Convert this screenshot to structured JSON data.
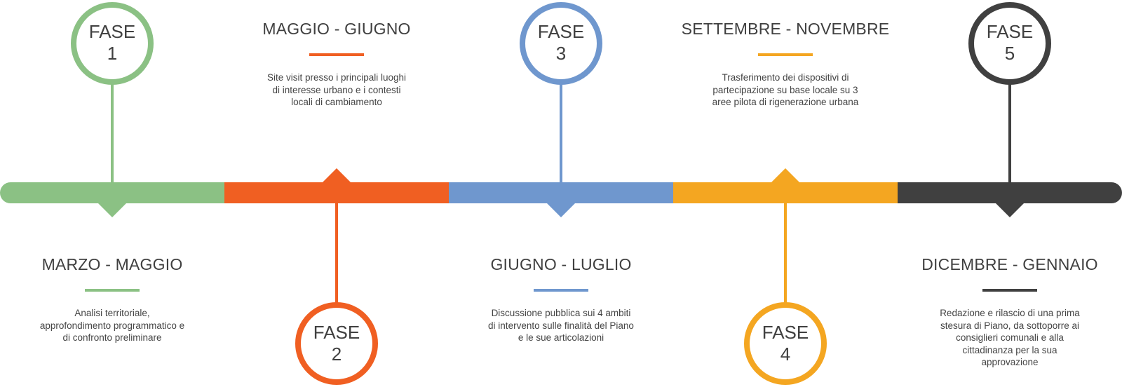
{
  "colors": {
    "green": "#8BC184",
    "orange": "#F05F22",
    "blue": "#6F97CE",
    "yellow": "#F4A621",
    "dark": "#404040"
  },
  "phases": [
    {
      "fase_label": "FASE",
      "number": "1",
      "period": "MARZO - MAGGIO",
      "description": "Analisi territoriale, approfondimento programmatico e di confronto preliminare",
      "color_key": "green",
      "circle_position": "top"
    },
    {
      "fase_label": "FASE",
      "number": "2",
      "period": "MAGGIO - GIUGNO",
      "description": "Site visit presso i principali luoghi di interesse urbano e i contesti locali di cambiamento",
      "color_key": "orange",
      "circle_position": "bottom"
    },
    {
      "fase_label": "FASE",
      "number": "3",
      "period": "GIUGNO - LUGLIO",
      "description": "Discussione pubblica sui 4 ambiti di intervento sulle finalità del Piano e le sue articolazioni",
      "color_key": "blue",
      "circle_position": "top"
    },
    {
      "fase_label": "FASE",
      "number": "4",
      "period": "SETTEMBRE - NOVEMBRE",
      "description": "Trasferimento dei dispositivi di partecipazione su base locale su 3 aree pilota di rigenerazione urbana",
      "color_key": "yellow",
      "circle_position": "bottom"
    },
    {
      "fase_label": "FASE",
      "number": "5",
      "period": "DICEMBRE - GENNAIO",
      "description": "Redazione e rilascio di una prima stesura di Piano, da sottoporre ai consiglieri comunali e alla cittadinanza per la sua approvazione",
      "color_key": "dark",
      "circle_position": "top"
    }
  ]
}
